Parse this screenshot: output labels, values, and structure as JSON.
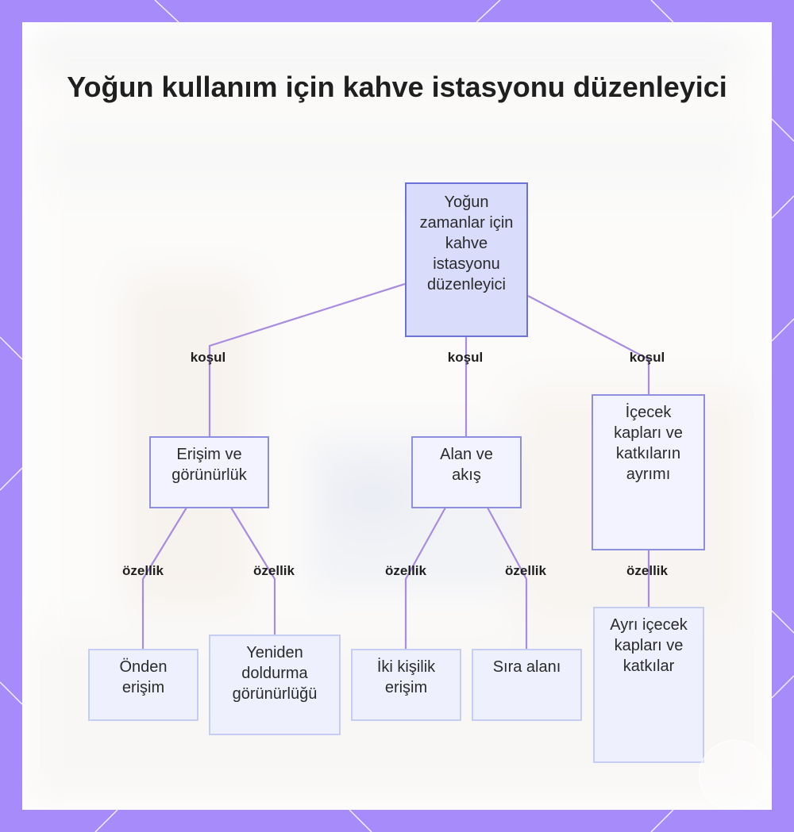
{
  "title": "Yoğun kullanım için kahve istasyonu düzenleyici",
  "nodes": {
    "root": "Yoğun zamanlar için kahve istasyonu düzenleyici",
    "access": "Erişim ve görünürlük",
    "space": "Alan ve akış",
    "separation": "İçecek kapları ve katkıların ayrımı",
    "front": "Önden erişim",
    "refill": "Yeniden doldurma görünürlüğü",
    "two_person": "İki kişilik erişim",
    "queue": "Sıra alanı",
    "separate_containers": "Ayrı içecek kapları ve katkılar"
  },
  "edge_labels": {
    "condition": "koşul",
    "feature": "özellik"
  },
  "colors": {
    "frame": "#a78bfa",
    "root_fill": "#d9dcfb",
    "root_border": "#6d72d8",
    "edge": "#a98be0"
  }
}
